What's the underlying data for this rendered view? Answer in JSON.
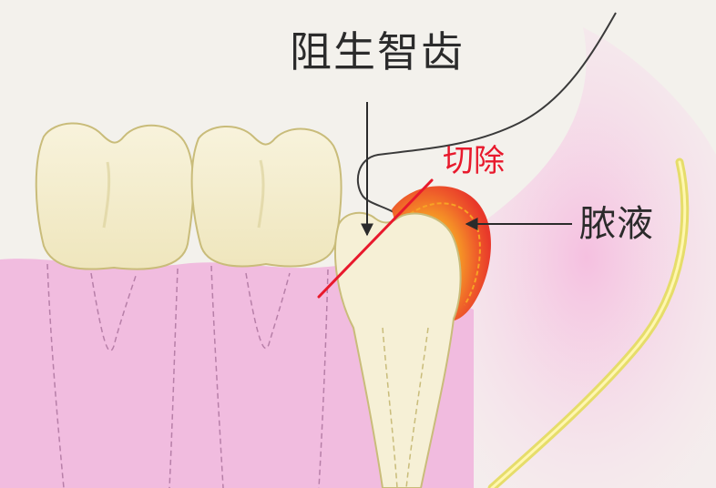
{
  "labels": {
    "impacted_wisdom_tooth": "阻生智齿",
    "excision": "切除",
    "pus": "脓液"
  },
  "colors": {
    "background": "#f3f1ec",
    "gum": "#f0b8de",
    "tooth": "#f6f0d6",
    "tooth_shadow": "#ddd39e",
    "pus_outer": "#e8382a",
    "pus_inner": "#f7a325",
    "cut_line": "#e8192c",
    "nerve": "#e6dd6a",
    "text": "#2b2b2b"
  }
}
